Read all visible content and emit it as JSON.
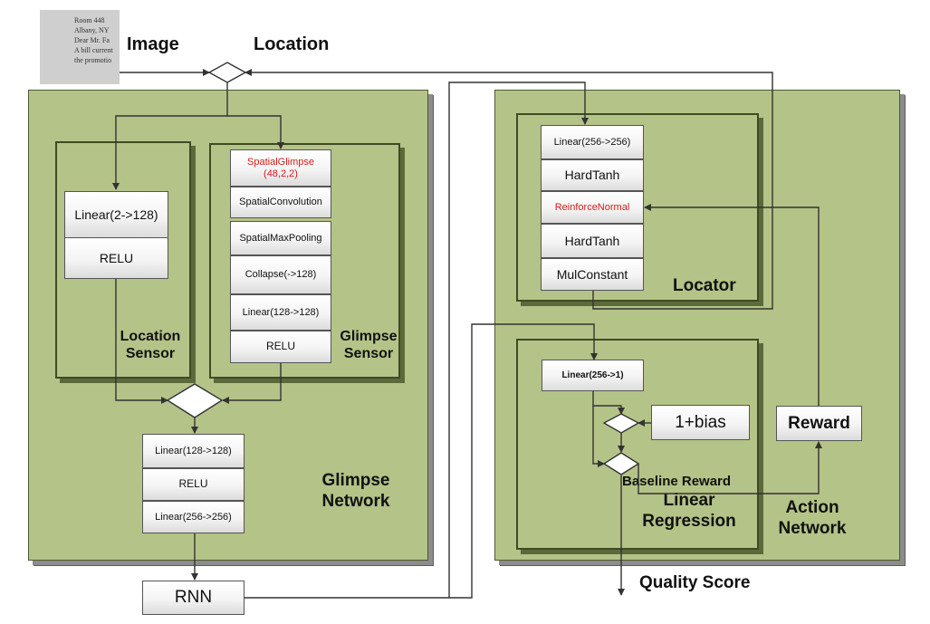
{
  "header": {
    "image_label": "Image",
    "location_label": "Location"
  },
  "image_snippet": {
    "lines": [
      "Room 448",
      "Albany, NY",
      "",
      "Dear Mr. Fa",
      "",
      "A bill current",
      "the promotio"
    ]
  },
  "glimpse_network": {
    "title_line1": "Glimpse",
    "title_line2": "Network",
    "location_sensor": {
      "title_line1": "Location",
      "title_line2": "Sensor",
      "layers": [
        "Linear(2->128)",
        "RELU"
      ]
    },
    "glimpse_sensor": {
      "title_line1": "Glimpse",
      "title_line2": "Sensor",
      "layers": [
        "SpatialGlimpse\n(48,2,2)",
        "SpatialConvolution",
        "SpatialMaxPooling",
        "Collapse(->128)",
        "Linear(128->128)",
        "RELU"
      ]
    },
    "merge_layers": [
      "Linear(128->128)",
      "RELU",
      "Linear(256->256)"
    ]
  },
  "rnn_label": "RNN",
  "action_network": {
    "title_line1": "Action",
    "title_line2": "Network",
    "locator": {
      "title": "Locator",
      "layers": [
        "Linear(256->256)",
        "HardTanh",
        "ReinforceNormal",
        "HardTanh",
        "MulConstant"
      ]
    },
    "linear_regression": {
      "title_line1": "Linear",
      "title_line2": "Regression",
      "layer": "Linear(256->1)",
      "bias_label": "1+bias",
      "baseline_label": "Baseline Reward"
    },
    "reward_label": "Reward"
  },
  "quality_score_label": "Quality Score",
  "colors": {
    "panel_fill": "#b4c387",
    "highlight_text": "#d81b1b",
    "arrow": "#333333"
  }
}
